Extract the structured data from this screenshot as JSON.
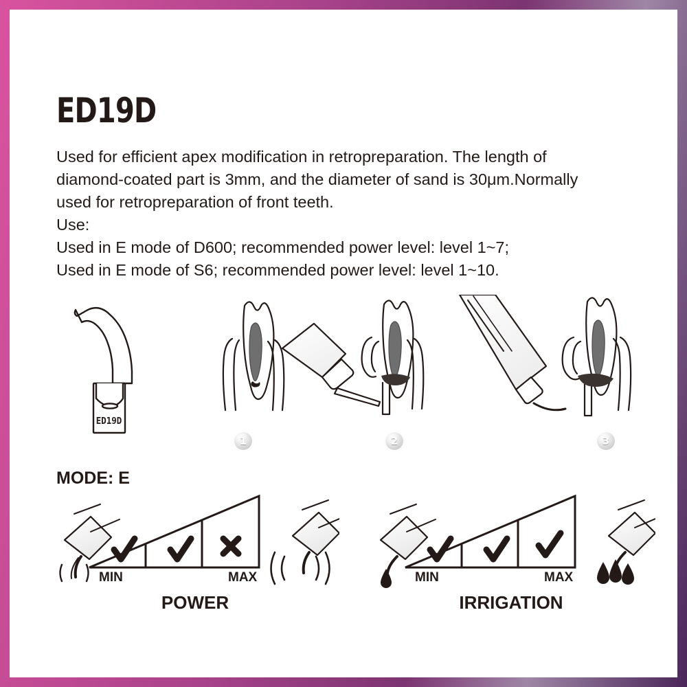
{
  "product": {
    "model": "ED19D",
    "engraving": "ED19D",
    "description_lines": [
      "Used for efficient apex modification in retropreparation. The length of",
      "diamond-coated part is 3mm, and the diameter of sand is 30μm.Normally",
      "used for retropreparation of front teeth.",
      "Use:",
      "Used in E mode of D600; recommended power level: level 1~7;",
      "Used in E mode of S6; recommended power level: level 1~10."
    ],
    "mode_label": "MODE: E"
  },
  "steps": [
    {
      "number": "1"
    },
    {
      "number": "2"
    },
    {
      "number": "3"
    }
  ],
  "gauges": [
    {
      "caption": "POWER",
      "min_label": "MIN",
      "max_label": "MAX",
      "segments": [
        "check",
        "check",
        "cross"
      ],
      "min_icon": "handpiece-low-vibration-icon",
      "max_icon": "handpiece-high-vibration-icon"
    },
    {
      "caption": "IRRIGATION",
      "min_label": "MIN",
      "max_label": "MAX",
      "segments": [
        "check",
        "check",
        "check"
      ],
      "min_icon": "handpiece-single-drop-icon",
      "max_icon": "handpiece-triple-drop-icon"
    }
  ],
  "colors": {
    "ink": "#231a17",
    "border_start": "#d9539f",
    "border_end": "#4a2559",
    "page": "#ffffff",
    "pulp": "#6f6f6f"
  }
}
